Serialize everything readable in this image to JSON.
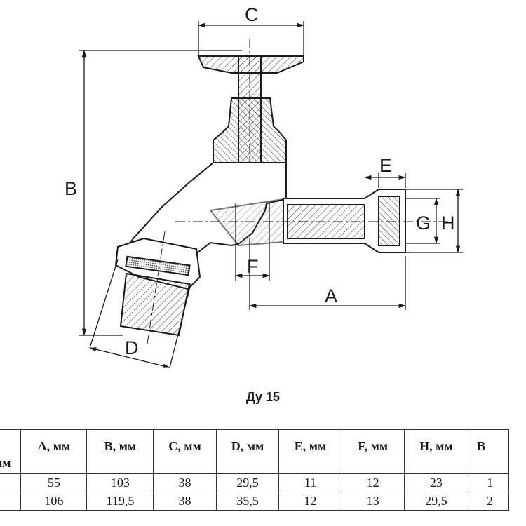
{
  "drawing": {
    "labels": {
      "A": "A",
      "B": "B",
      "C": "C",
      "D": "D",
      "E": "E",
      "F": "F",
      "G": "G",
      "H": "H"
    }
  },
  "caption": "Ду 15",
  "table": {
    "headers": [
      "мм",
      "A, мм",
      "B, мм",
      "C, мм",
      "D, мм",
      "E, мм",
      "F, мм",
      "H, мм",
      "B"
    ],
    "rows": [
      [
        "",
        "55",
        "103",
        "38",
        "29,5",
        "11",
        "12",
        "23",
        "1"
      ],
      [
        "",
        "106",
        "119,5",
        "38",
        "35,5",
        "12",
        "13",
        "29,5",
        "2"
      ]
    ]
  }
}
